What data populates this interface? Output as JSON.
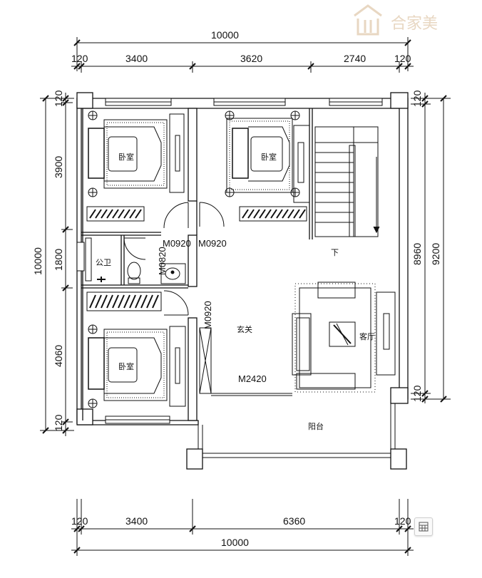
{
  "logo": {
    "text": "合家美"
  },
  "dims": {
    "top_total": "10000",
    "top_wall_left": "120",
    "top_seg1": "3400",
    "top_seg2": "3620",
    "top_seg3": "2740",
    "top_wall_right": "120",
    "left_total": "10000",
    "left_wall_top": "120",
    "left_seg1": "3900",
    "left_seg2": "1800",
    "left_seg3": "4060",
    "left_wall_bottom": "120",
    "right_inner": "8960",
    "right_outer": "9200",
    "right_wall_top": "120",
    "right_wall_bottom": "120",
    "bottom_wall_left": "120",
    "bottom_seg1": "3400",
    "bottom_seg2": "6360",
    "bottom_wall_right": "120",
    "bottom_total": "10000"
  },
  "rooms": {
    "bedroom_nw": "卧室",
    "bedroom_n": "卧室",
    "bedroom_sw": "卧室",
    "bathroom": "公卫",
    "entrance": "玄关",
    "living": "客厅",
    "balcony": "阳台",
    "stair_down": "下"
  },
  "doors": {
    "d1": "M0920",
    "d2": "M0920",
    "d3": "M0820",
    "d4": "M0920",
    "d5": "M2420"
  }
}
